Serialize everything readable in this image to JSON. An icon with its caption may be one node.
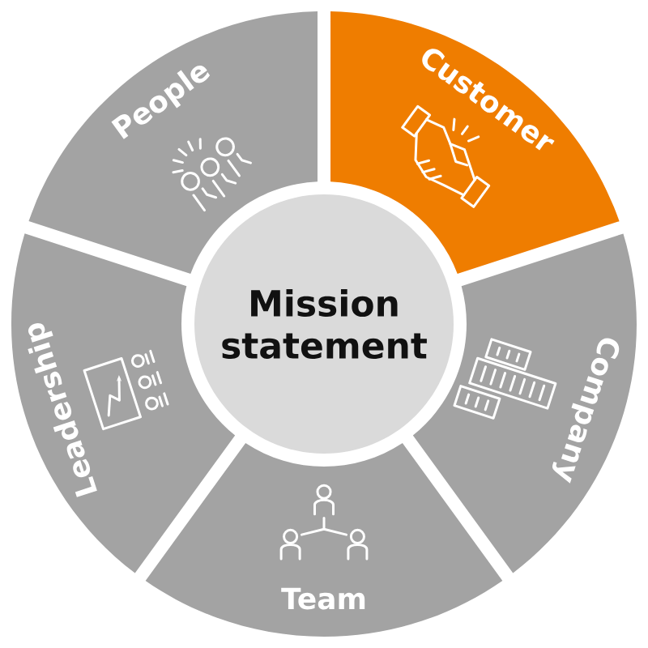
{
  "diagram": {
    "nodes": [
      {
        "text": [
          "Mission statement"
        ]
      },
      {
        "text": [
          "People"
        ]
      },
      {
        "text": [
          "Customer"
        ]
      },
      {
        "text": [
          "Company"
        ]
      },
      {
        "text": [
          "Team"
        ]
      },
      {
        "text": [
          "Leadership"
        ]
      }
    ]
  }
}
